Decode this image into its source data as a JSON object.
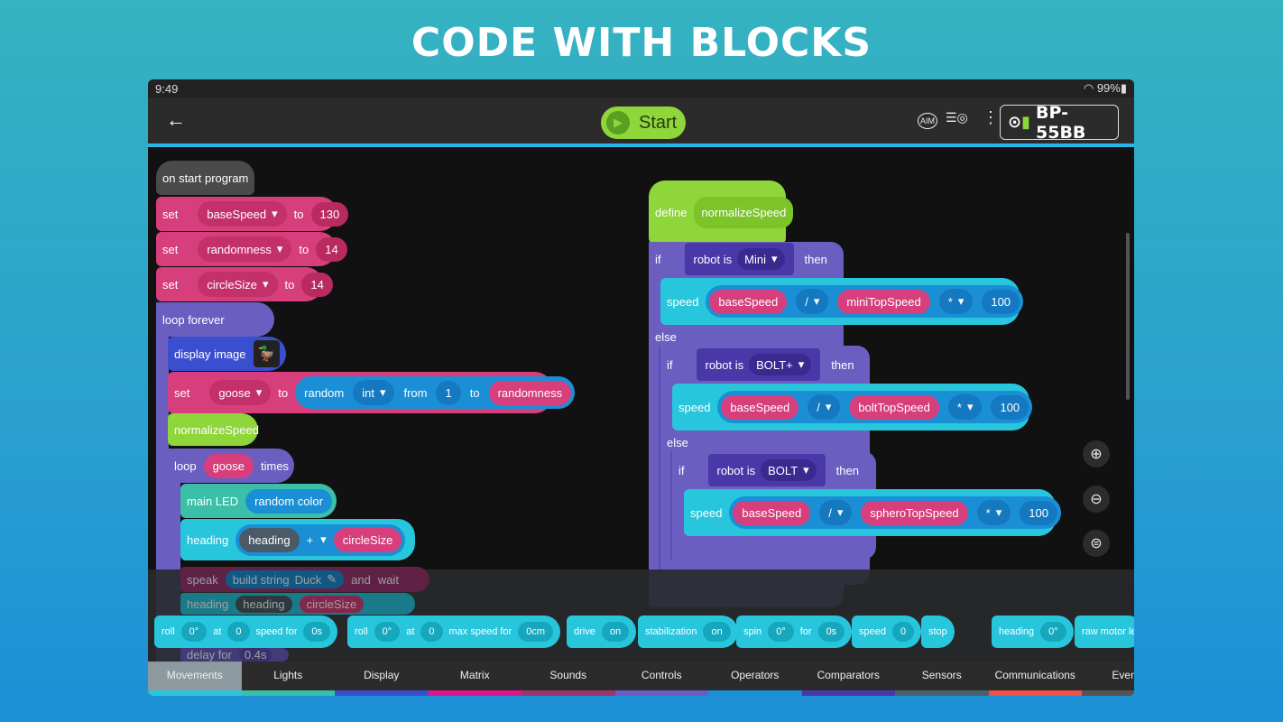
{
  "hero": "CODE WITH BLOCKS",
  "status": {
    "time": "9:49",
    "battery": "99%"
  },
  "toolbar": {
    "start": "Start",
    "device": "BP-55BB",
    "aim": "AIM"
  },
  "left": {
    "on_start": "on start program",
    "set1": {
      "kw": "set",
      "var": "baseSpeed",
      "to": "to",
      "val": "130"
    },
    "set2": {
      "kw": "set",
      "var": "randomness",
      "to": "to",
      "val": "14"
    },
    "set3": {
      "kw": "set",
      "var": "circleSize",
      "to": "to",
      "val": "14"
    },
    "loop_forever": "loop forever",
    "display": "display image",
    "set4": {
      "kw": "set",
      "var": "goose",
      "to": "to",
      "random": "random",
      "type": "int",
      "from": "from",
      "min": "1",
      "to2": "to",
      "max": "randomness"
    },
    "normalize": "normalizeSpeed",
    "loop": {
      "kw": "loop",
      "var": "goose",
      "times": "times"
    },
    "led": {
      "kw": "main LED",
      "val": "random color"
    },
    "heading": {
      "kw": "heading",
      "a": "heading",
      "op": "+",
      "b": "circleSize"
    },
    "speak": {
      "kw": "speak",
      "bs": "build string",
      "txt": "Duck",
      "and": "and",
      "wait": "wait"
    },
    "heading2": {
      "kw": "heading",
      "a": "heading",
      "b": "circleSize"
    },
    "delay": {
      "kw": "delay for",
      "val": "0.4s"
    }
  },
  "right": {
    "define": "define",
    "fn": "normalizeSpeed",
    "if": "if",
    "robot_is": "robot is",
    "then": "then",
    "else": "else",
    "speed": "speed",
    "slash": "/",
    "times": "*",
    "hundred": "100",
    "base": "baseSpeed",
    "r1": {
      "robot": "Mini",
      "top": "miniTopSpeed"
    },
    "r2": {
      "robot": "BOLT+",
      "top": "boltTopSpeed"
    },
    "r3": {
      "robot": "BOLT",
      "top": "spheroTopSpeed"
    }
  },
  "palette": [
    {
      "parts": [
        "roll",
        "0°",
        "at",
        "0",
        "speed for",
        "0s"
      ]
    },
    {
      "parts": [
        "roll",
        "0°",
        "at",
        "0",
        "max speed for",
        "0cm"
      ]
    },
    {
      "parts": [
        "drive",
        "on"
      ]
    },
    {
      "parts": [
        "stabilization",
        "on"
      ]
    },
    {
      "parts": [
        "spin",
        "0°",
        "for",
        "0s"
      ]
    },
    {
      "parts": [
        "speed",
        "0"
      ]
    },
    {
      "parts": [
        "stop"
      ]
    },
    {
      "parts": [
        "heading",
        "0°"
      ]
    },
    {
      "parts": [
        "raw motor le"
      ]
    }
  ],
  "tabs": [
    {
      "label": "Movements",
      "color": "#29c6dd"
    },
    {
      "label": "Lights",
      "color": "#3cbfa8"
    },
    {
      "label": "Display",
      "color": "#3a4fd0"
    },
    {
      "label": "Matrix",
      "color": "#e0158a"
    },
    {
      "label": "Sounds",
      "color": "#9a3570"
    },
    {
      "label": "Controls",
      "color": "#6a5fc1"
    },
    {
      "label": "Operators",
      "color": "#1a8fd6"
    },
    {
      "label": "Comparators",
      "color": "#4a38a8"
    },
    {
      "label": "Sensors",
      "color": "#4a6070"
    },
    {
      "label": "Communications",
      "color": "#f0504a"
    },
    {
      "label": "Events",
      "color": "#555"
    }
  ]
}
